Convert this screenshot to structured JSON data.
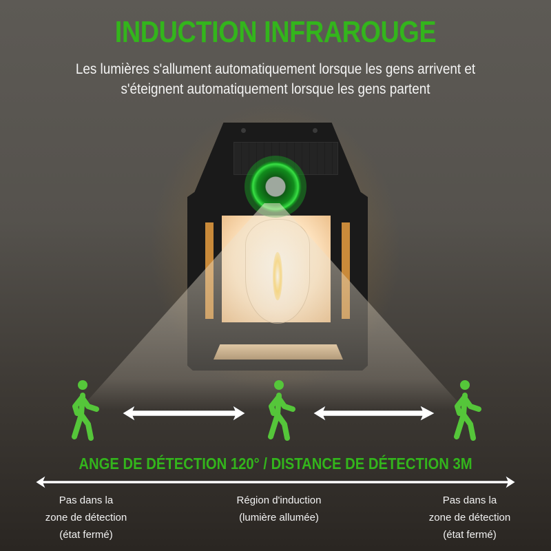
{
  "header": {
    "title": "INDUCTION INFRAROUGE",
    "subtitle_line1": "Les lumières s'allument automatiquement lorsque les gens arrivent et",
    "subtitle_line2": "s'éteignent automatiquement lorsque les gens partent"
  },
  "illustration": {
    "product": "solar wall lamp with PIR motion sensor",
    "sensor_color": "#33c73d",
    "icons": [
      "person-walking-icon",
      "double-arrow-icon",
      "person-walking-icon",
      "double-arrow-icon",
      "person-walking-icon"
    ]
  },
  "caption": {
    "text": "ANGE DE DÉTECTION 120° / DISTANCE DE DÉTECTION 3M",
    "angle": "120°",
    "distance": "3M",
    "color": "#33b51c"
  },
  "zones": [
    {
      "line1": "Pas dans la",
      "line2": "zone de détection",
      "line3": "(état fermé)"
    },
    {
      "line1": "Région d'induction",
      "line2": "(lumière allumée)",
      "line3": ""
    },
    {
      "line1": "Pas dans la",
      "line2": "zone de détection",
      "line3": "(état fermé)"
    }
  ],
  "colors": {
    "accent_green": "#33b51c",
    "person_green": "#55c63a",
    "text_white": "#f4f4f4"
  }
}
